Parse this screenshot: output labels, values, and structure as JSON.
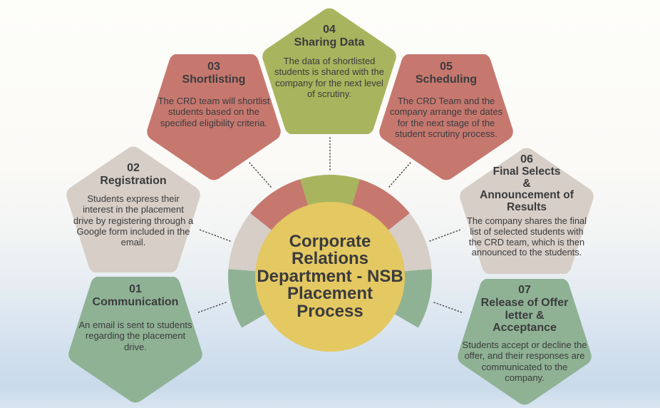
{
  "center": {
    "title": "Corporate\nRelations\nDepartment - NSB\nPlacement\nProcess",
    "circle_color": "#e4c862"
  },
  "ring": {
    "arc_degrees": 240,
    "segment_colors": [
      "#8fb295",
      "#d6cec7",
      "#c6786f",
      "#a9b45e",
      "#c6786f",
      "#d6cec7",
      "#8fb295"
    ]
  },
  "connectors": {
    "color": "#3d3d3d"
  },
  "steps": [
    {
      "number": "01",
      "title": "Communication",
      "body": "An email is sent to students regarding the placement drive.",
      "color": "#8fb295"
    },
    {
      "number": "02",
      "title": "Registration",
      "body": "Students express their interest in the placement drive by registering through a Google form included in the email.",
      "color": "#d6cec7"
    },
    {
      "number": "03",
      "title": "Shortlisting",
      "body": "The CRD team will shortlist students based on the specified eligibility criteria.",
      "color": "#c6786f"
    },
    {
      "number": "04",
      "title": "Sharing Data",
      "body": "The data of shortlisted students is shared with the company for the next level of scrutiny.",
      "color": "#a9b45e"
    },
    {
      "number": "05",
      "title": "Scheduling",
      "body": "The CRD Team and the company arrange the dates for the next stage of the student scrutiny process.",
      "color": "#c6786f"
    },
    {
      "number": "06",
      "title": "Final Selects\n&\nAnnouncement of\nResults",
      "body": "The company shares the final list of selected students with the CRD team, which is then announced to the students.",
      "color": "#d6cec7"
    },
    {
      "number": "07",
      "title": "Release of Offer\nletter &\nAcceptance",
      "body": "Students accept or decline the offer, and their responses are communicated to the company.",
      "color": "#8fb295"
    }
  ]
}
